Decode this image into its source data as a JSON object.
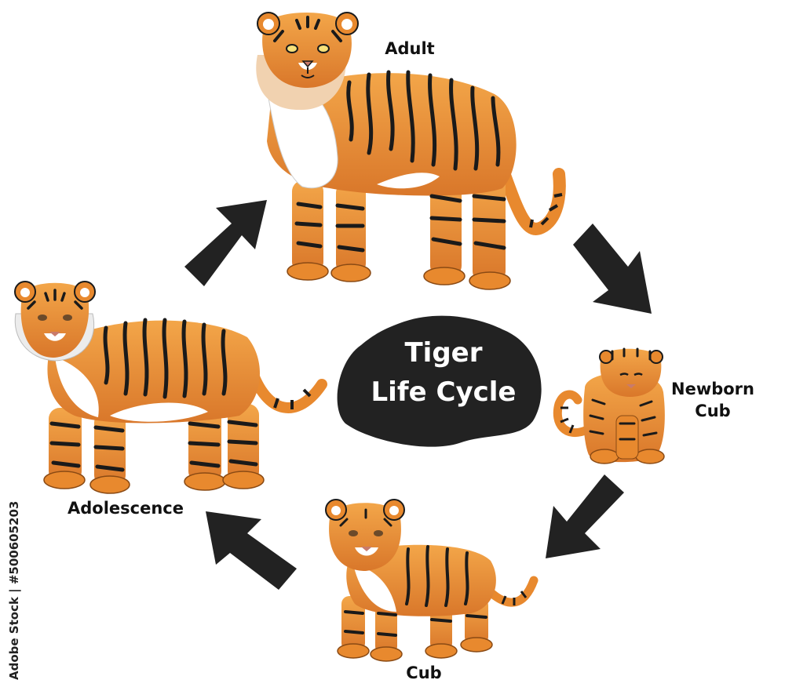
{
  "diagram": {
    "title": "Tiger\nLife Cycle",
    "stages": [
      {
        "id": "adult",
        "label": "Adult"
      },
      {
        "id": "newborn",
        "label": "Newborn\nCub"
      },
      {
        "id": "cub",
        "label": "Cub"
      },
      {
        "id": "adolescence",
        "label": "Adolescence"
      }
    ],
    "cycle_order": [
      "Adult",
      "Newborn Cub",
      "Cub",
      "Adolescence"
    ],
    "stock_text": "Adobe Stock | #500605203"
  },
  "colors": {
    "fur": "#e8892e",
    "fur_light": "#f5b25f",
    "stripe": "#1a1a1a",
    "white_fur": "#ffffff",
    "arrow": "#222222",
    "title_blob": "#222222",
    "title_text": "#ffffff"
  }
}
